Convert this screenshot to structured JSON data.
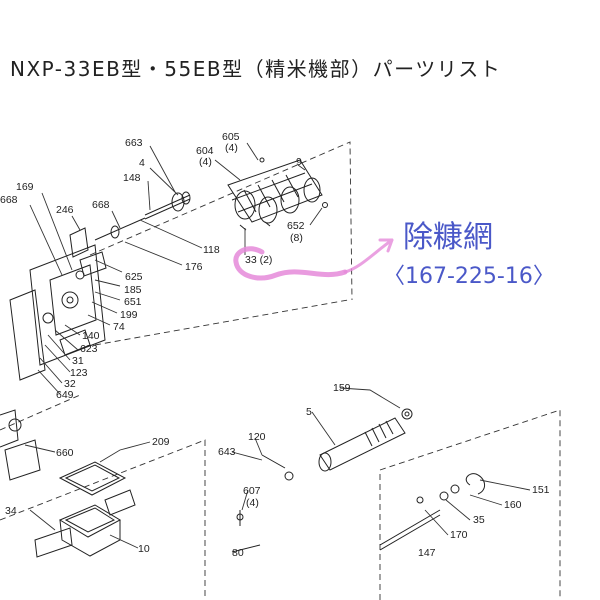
{
  "title": "NXP-33EB型・55EB型（精米機部）パーツリスト",
  "annotation": {
    "japanese": "除糠網",
    "part_number": "〈167-225-16〉",
    "highlight_color": "#e58ad9",
    "ink_color": "#4a58c8"
  },
  "labels": {
    "p663": "663",
    "p605": "605",
    "p605q": "(4)",
    "p604": "604",
    "p604q": "(4)",
    "p4": "4",
    "p9": "9",
    "p148": "148",
    "p169": "169",
    "p668a": "668",
    "p246": "246",
    "p668b": "668",
    "p652": "652",
    "p652q": "(8)",
    "p118": "118",
    "p176": "176",
    "p33": "33 (2)",
    "p625": "625",
    "p185": "185",
    "p651": "651",
    "p199": "199",
    "p74": "74",
    "p140": "140",
    "p623": "623",
    "p31": "31",
    "p123": "123",
    "p32": "32",
    "p649": "649",
    "p159": "159",
    "p5": "5",
    "p660": "660",
    "p209": "209",
    "p120": "120",
    "p643": "643",
    "p607": "607",
    "p607q": "(4)",
    "p151": "151",
    "p160": "160",
    "p35": "35",
    "p170": "170",
    "p34": "34",
    "p147": "147",
    "p10": "10",
    "p80": "80"
  }
}
